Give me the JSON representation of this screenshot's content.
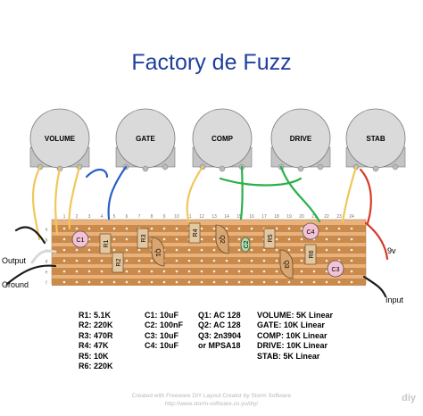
{
  "title": "Factory de Fuzz",
  "pots": [
    {
      "label": "VOLUME"
    },
    {
      "label": "GATE"
    },
    {
      "label": "COMP"
    },
    {
      "label": "DRIVE"
    },
    {
      "label": "STAB"
    }
  ],
  "board": {
    "column_labels": [
      "1",
      "2",
      "3",
      "4",
      "5",
      "6",
      "7",
      "8",
      "9",
      "10",
      "11",
      "12",
      "13",
      "14",
      "15",
      "16",
      "17",
      "18",
      "19",
      "20",
      "21",
      "22",
      "23",
      "24"
    ],
    "row_labels": [
      "a",
      "b",
      "c",
      "d",
      "e",
      "f"
    ],
    "components": {
      "C1": "C1",
      "R1": "R1",
      "R2": "R2",
      "R3": "R3",
      "Q1": "Q1",
      "R4": "R4",
      "Q2": "Q2",
      "C2": "C2",
      "R5": "R5",
      "C4": "C4",
      "Q3": "Q3",
      "R6": "R6",
      "C3": "C3"
    }
  },
  "io": {
    "output": "Output",
    "ground": "Ground",
    "supply": "9v",
    "input": "Input"
  },
  "parts": {
    "resistors": [
      "R1: 5.1K",
      "R2: 220K",
      "R3: 470R",
      "R4: 47K",
      "R5: 10K",
      "R6: 220K"
    ],
    "capacitors": [
      "C1: 10uF",
      "C2: 100nF",
      "C3: 10uF",
      "C4: 10uF"
    ],
    "transistors": [
      "Q1: AC 128",
      "Q2: AC 128",
      "Q3: 2n3904",
      "or MPSA18"
    ],
    "pots": [
      "VOLUME: 5K Linear",
      "GATE: 10K Linear",
      "COMP: 10K Linear",
      "DRIVE: 10K Linear",
      "STAB: 5K Linear"
    ]
  },
  "footer": {
    "line1": "Created with Freeware DIY Layout Creator by Storm Software",
    "line2": "http://www.storm-software.co.yu/diy/",
    "logo": "diy"
  },
  "colors": {
    "title": "#1f3f9c",
    "board": "#e9b27c",
    "strip": "#c98a4b",
    "pot_body": "#d6d6d6",
    "resistor": "#e3c7a0",
    "capacitor": "#f3c2d4",
    "transistor": "#d9a571",
    "cap_c2": "#a8e0a8"
  }
}
